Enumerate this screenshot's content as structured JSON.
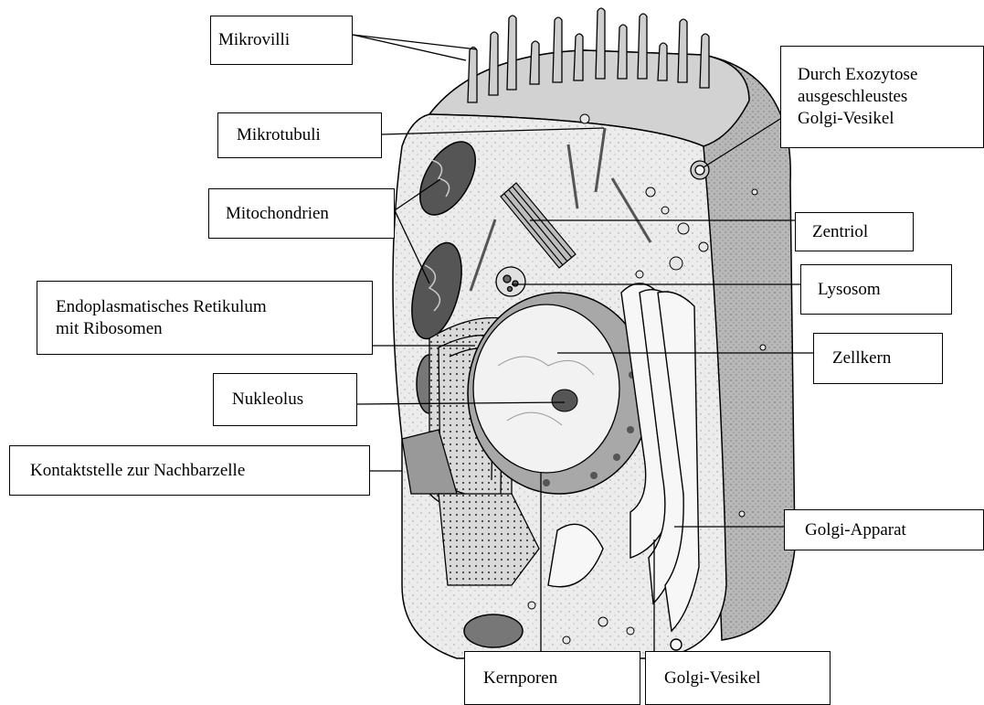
{
  "labels": {
    "mikrovilli": "Mikrovilli",
    "exozytose_line1": "Durch Exozytose",
    "exozytose_line2": "ausgeschleustes",
    "exozytose_line3": "Golgi-Vesikel",
    "mikrotubuli": "Mikrotubuli",
    "mitochondrien": "Mitochondrien",
    "zentriol": "Zentriol",
    "lysosom": "Lysosom",
    "er_line1": "Endoplasmatisches Retikulum",
    "er_line2": "mit Ribosomen",
    "zellkern": "Zellkern",
    "nukleolus": "Nukleolus",
    "kontaktstelle": "Kontaktstelle zur Nachbarzelle",
    "golgi_apparat": "Golgi-Apparat",
    "kernporen": "Kernporen",
    "golgi_vesikel": "Golgi-Vesikel"
  },
  "colors": {
    "outline": "#000000",
    "cytoplasm": "#ebebeb",
    "side_face": "#c8c8c8",
    "nucleus": "#f3f3f3",
    "organelle": "#6b6b6b"
  }
}
